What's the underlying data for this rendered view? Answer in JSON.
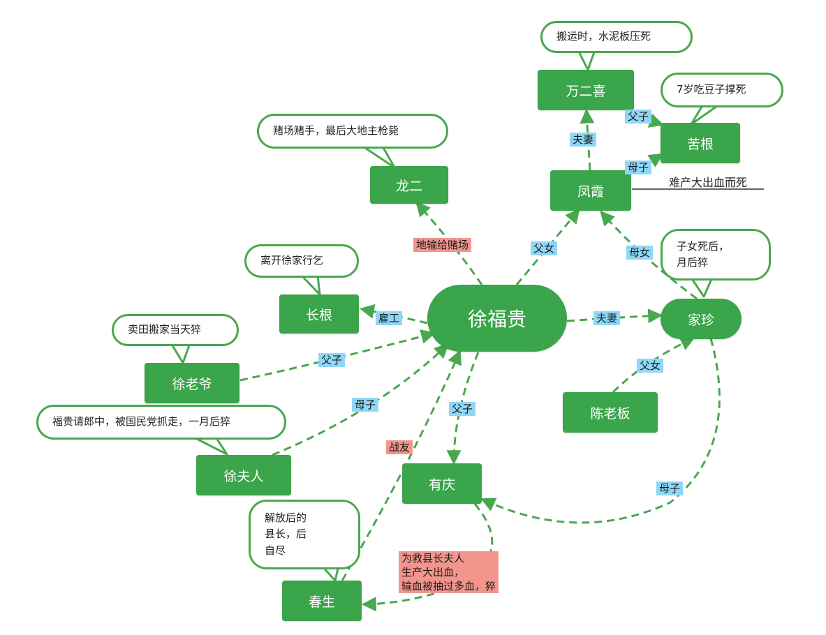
{
  "colors": {
    "node_green": "#3aa54a",
    "link_green": "#49a84f",
    "relation_blue": "#8fd7f7",
    "event_red": "#f2958d"
  },
  "nodes": {
    "xu_fugui": "徐福贵",
    "long_er": "龙二",
    "chang_gen": "长根",
    "xu_laoye": "徐老爷",
    "xu_furen": "徐夫人",
    "chun_sheng": "春生",
    "you_qing": "有庆",
    "feng_xia": "凤霞",
    "wan_erxi": "万二喜",
    "ku_gen": "苦根",
    "jia_zhen": "家珍",
    "chen_laoban": "陈老板"
  },
  "notes": {
    "long_er": "赌场赌手，最后大地主枪毙",
    "chang_gen": "离开徐家行乞",
    "xu_laoye": "卖田搬家当天猝",
    "xu_furen": "福贵请郎中，被国民党抓走，一月后猝",
    "chun_sheng": "解放后的\n县长，后\n自尽",
    "wan_erxi": "搬运时，水泥板压死",
    "ku_gen": "7岁吃豆子撑死",
    "feng_xia": "难产大出血而死",
    "jia_zhen": "子女死后，\n月后猝",
    "you_qing": "为救县长夫人\n生产大出血，\n输血被抽过多血，猝"
  },
  "relations": {
    "long_er": "地输给赌场",
    "feng_xia": "父女",
    "chang_gen": "雇工",
    "jia_zhen": "夫妻",
    "xu_laoye": "父子",
    "xu_furen": "母子",
    "you_qing": "父子",
    "chun_sheng": "战友",
    "wan_erxi_feng_xia": "夫妻",
    "wan_erxi_ku_gen": "父子",
    "feng_xia_ku_gen": "母子",
    "jia_zhen_feng_xia": "母女",
    "chen_laoban_jia_zhen": "父女",
    "jia_zhen_you_qing": "母子"
  }
}
